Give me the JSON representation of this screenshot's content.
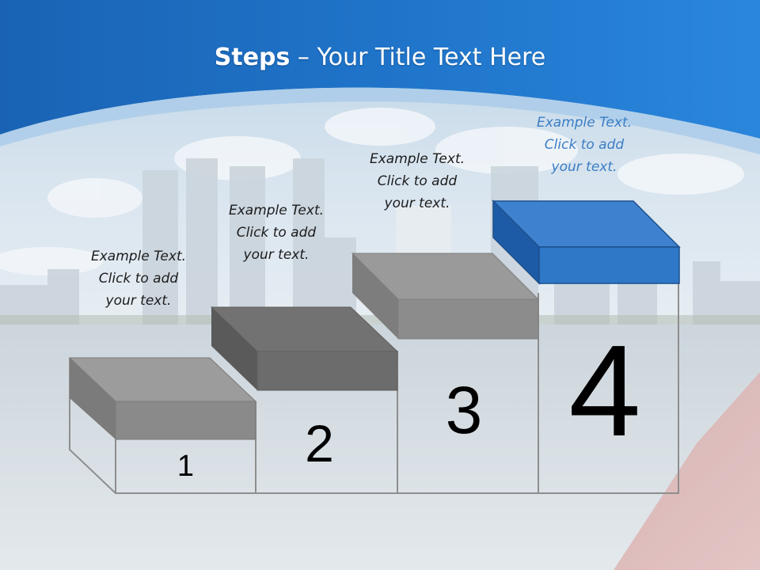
{
  "title": {
    "bold": "Steps",
    "dash": " – ",
    "rest": "Your Title Text Here"
  },
  "steps": [
    {
      "number": "1",
      "caption": [
        "Example Text.",
        "Click  to add",
        "your text."
      ]
    },
    {
      "number": "2",
      "caption": [
        "Example Text.",
        "Click  to add",
        "your text."
      ]
    },
    {
      "number": "3",
      "caption": [
        "Example Text.",
        "Click  to add",
        "your text."
      ]
    },
    {
      "number": "4",
      "caption": [
        "Example Text.",
        "Click  to add",
        "your text."
      ]
    }
  ],
  "colors": {
    "header_blue": "#1f74c9",
    "step_gray": "#8a8a8a",
    "step_highlight": "#2f78c8",
    "highlight_caption": "#3a7dc4"
  }
}
